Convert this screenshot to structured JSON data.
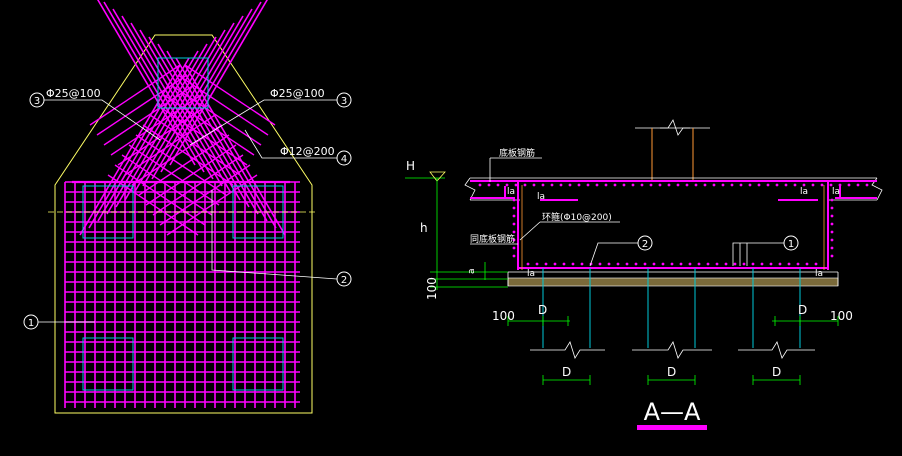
{
  "colors": {
    "background": "#000000",
    "rebar": "#ff00ff",
    "outline": "#ffff66",
    "column": "#00c8d8",
    "dimension": "#00ff00",
    "leader": "#ffffff",
    "pile_cap_fill": "#7a6a3a",
    "riser": "#ff9933"
  },
  "plan": {
    "callouts": [
      {
        "num": "3",
        "text": "Φ25@100"
      },
      {
        "num": "3",
        "text": "Φ25@100"
      },
      {
        "num": "4",
        "text": "Φ12@200"
      },
      {
        "num": "2",
        "text": ""
      },
      {
        "num": "1",
        "text": ""
      }
    ]
  },
  "section": {
    "label_top_bar": "底板钢筋",
    "label_stirrup": "环箍(Φ10@200)",
    "label_side_bar": "同底板钢筋",
    "label_h_marker": "H",
    "label_h": "h",
    "label_a": "a",
    "label_100_vertical": "100",
    "label_la": "la",
    "label_D": "D",
    "label_100": "100",
    "callout_2": "2",
    "callout_1": "1",
    "title": "A—A"
  }
}
